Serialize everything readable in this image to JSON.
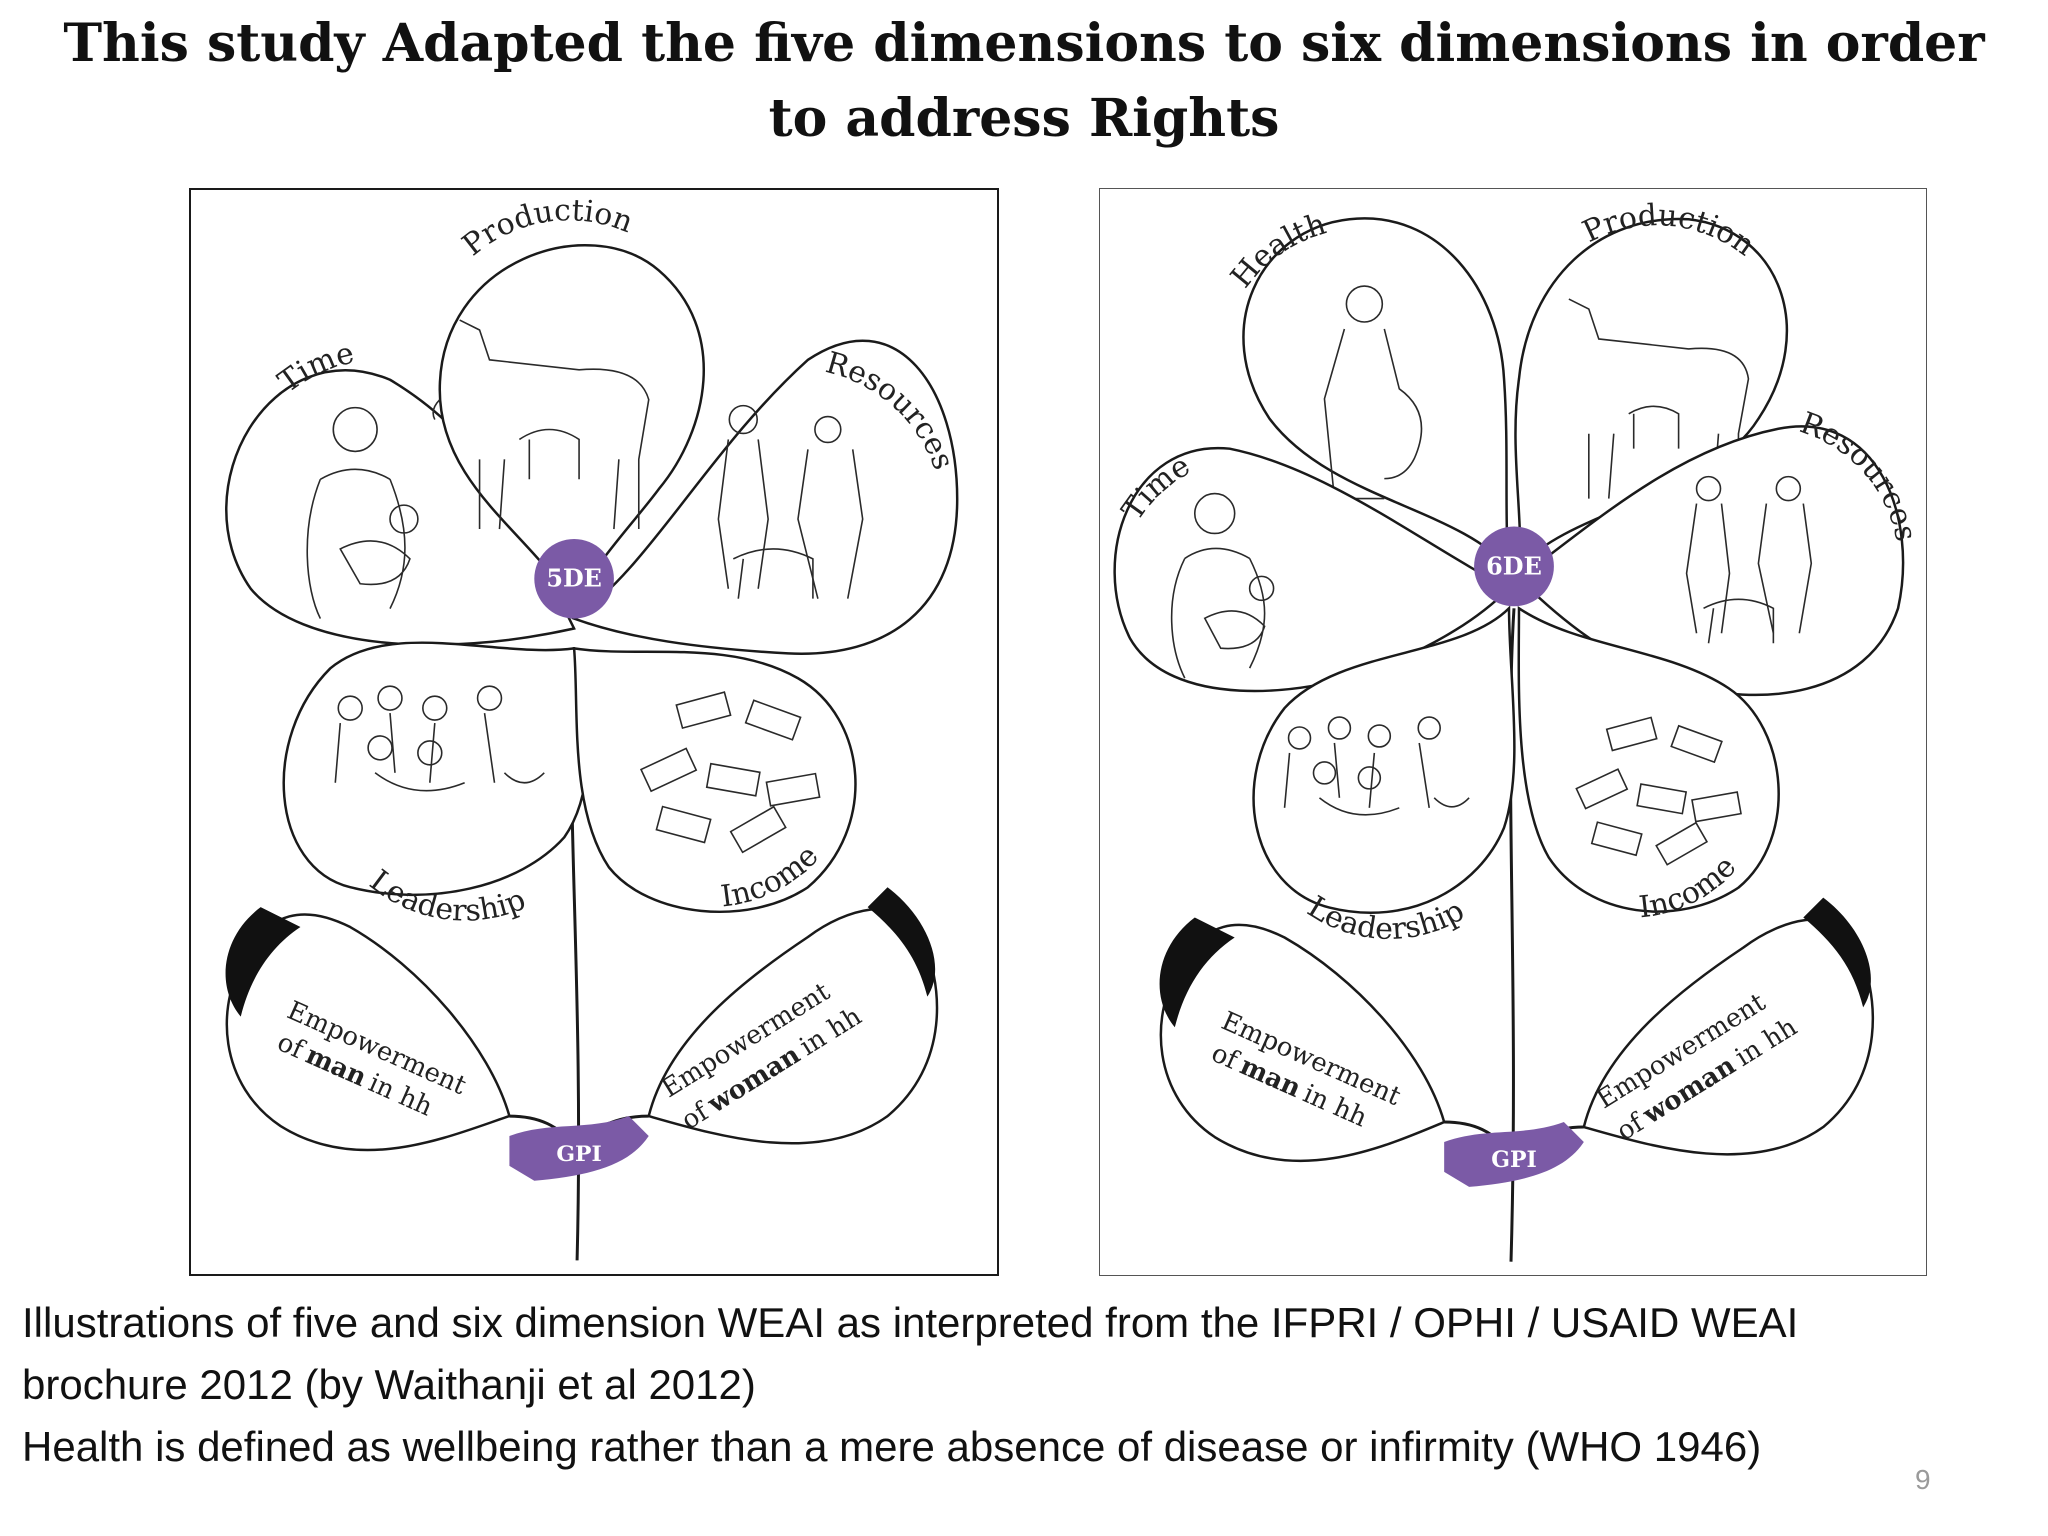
{
  "title": {
    "line1": "This study Adapted the five dimensions to six dimensions in order",
    "line2": "to address Rights"
  },
  "colors": {
    "accent_purple": "#7b5aa6",
    "line": "#1a1a1a"
  },
  "diagram_left": {
    "center": "5DE",
    "petals": {
      "time": "Time",
      "production": "Production",
      "resources": "Resources",
      "leadership": "Leadership",
      "income": "Income"
    },
    "leaf_left": {
      "line1": "Empowerment",
      "of": "of",
      "bold": "man",
      "rest": "in hh"
    },
    "leaf_right": {
      "line1": "Empowerment",
      "of": "of",
      "bold": "woman",
      "rest": "in hh"
    },
    "ribbon": "GPI"
  },
  "diagram_right": {
    "center": "6DE",
    "petals": {
      "health": "Health",
      "time": "Time",
      "production": "Production",
      "resources": "Resources",
      "leadership": "Leadership",
      "income": "Income"
    },
    "leaf_left": {
      "line1": "Empowerment",
      "of": "of",
      "bold": "man",
      "rest": "in hh"
    },
    "leaf_right": {
      "line1": "Empowerment",
      "of": "of",
      "bold": "woman",
      "rest": "in hh"
    },
    "ribbon": "GPI"
  },
  "caption": {
    "line1": "Illustrations of five and six dimension WEAI as interpreted from the IFPRI / OPHI / USAID WEAI",
    "line2": "brochure 2012 (by Waithanji et al 2012)",
    "line3": "Health is defined as wellbeing rather than a mere absence of disease or infirmity (WHO 1946)"
  },
  "page_number": "9"
}
